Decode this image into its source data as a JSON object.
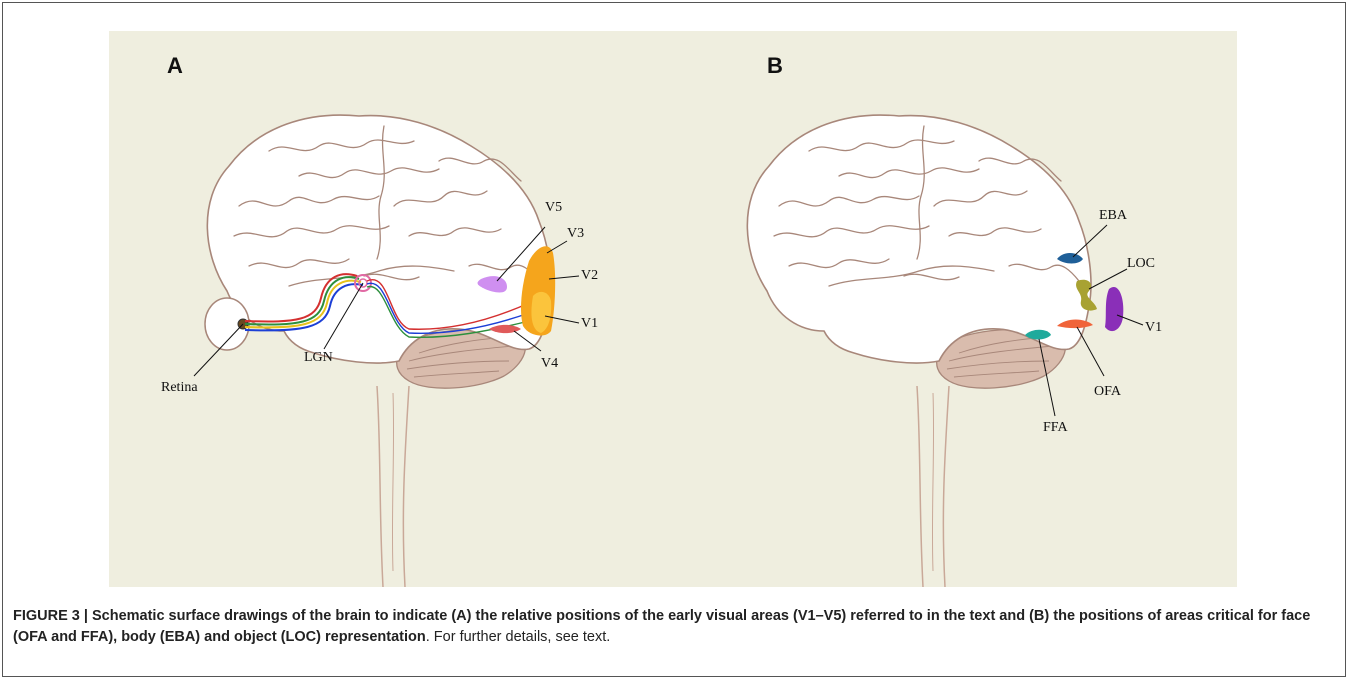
{
  "panels": {
    "a": {
      "letter": "A",
      "labels": {
        "v5": "V5",
        "v3": "V3",
        "v2": "V2",
        "v1": "V1",
        "v4": "V4",
        "lgn": "LGN",
        "retina": "Retina"
      }
    },
    "b": {
      "letter": "B",
      "labels": {
        "eba": "EBA",
        "loc": "LOC",
        "v1": "V1",
        "ofa": "OFA",
        "ffa": "FFA"
      }
    }
  },
  "caption": {
    "bold": "FIGURE 3 | Schematic surface drawings of the brain to indicate (A) the relative positions of the early visual areas (V1–V5) referred to in the text and (B) the positions of areas critical for face (OFA and FFA), body (EBA) and object (LOC) representation",
    "rest": ". For further details, see text."
  },
  "colors": {
    "panel_bg": "#efeedf",
    "brain_outline": "#a8877a",
    "cerebellum": "#d9bcad",
    "v5": "#cf8ff0",
    "v1_v2_v3": "#f5a51c",
    "v4": "#e05a5a",
    "eba": "#1f5f98",
    "loc": "#a8a232",
    "v1_b": "#8a2fb8",
    "ofa": "#f0643a",
    "ffa": "#1faa9c"
  }
}
